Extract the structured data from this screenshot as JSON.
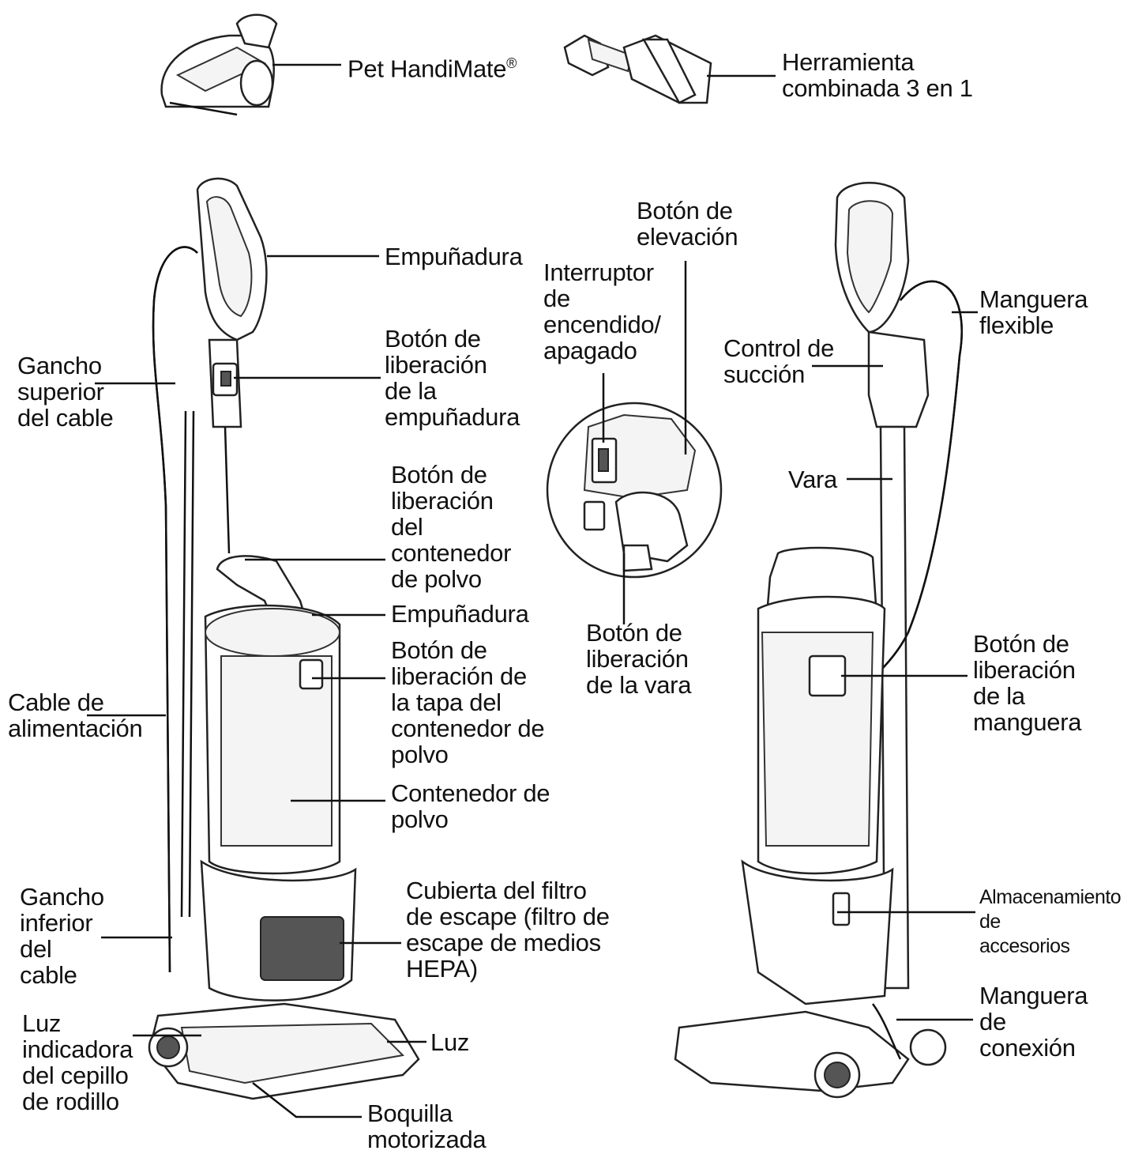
{
  "labels": {
    "pet_handimate": "Pet HandiMate",
    "pet_handimate_mark": "®",
    "herramienta": "Herramienta\ncombinada 3 en 1",
    "empunadura_top": "Empuñadura",
    "boton_liberacion_empunadura": "Botón de\nliberación\nde la\nempuñadura",
    "gancho_superior": "Gancho\nsuperior\ndel cable",
    "boton_elevacion": "Botón de\nelevación",
    "interruptor": "Interruptor\nde\nencendido/\napagado",
    "boton_liberacion_contenedor": "Botón de\nliberación\ndel\ncontenedor\nde polvo",
    "empunadura_bin": "Empuñadura",
    "boton_liberacion_tapa": "Botón de\nliberación de\nla tapa del\ncontenedor de\npolvo",
    "cable_alimentacion": "Cable de\nalimentación",
    "contenedor_polvo": "Contenedor de\npolvo",
    "boton_liberacion_vara": "Botón de\nliberación\nde la vara",
    "control_succion": "Control de\nsucción",
    "vara": "Vara",
    "manguera_flexible": "Manguera\nflexible",
    "boton_liberacion_manguera": "Botón de\nliberación\nde la\nmanguera",
    "gancho_inferior": "Gancho\ninferior\ndel\ncable",
    "cubierta_filtro": "Cubierta del filtro\nde escape (filtro de\nescape de medios\nHEPA)",
    "almacenamiento": "Almacenamiento de\naccesorios",
    "luz": "Luz",
    "luz_indicadora": "Luz\nindicadora\ndel cepillo\nde rodillo",
    "manguera_conexion": "Manguera\nde\nconexión",
    "boquilla": "Boquilla\nmotorizada"
  }
}
